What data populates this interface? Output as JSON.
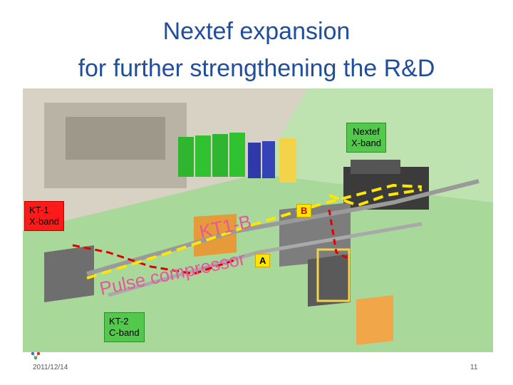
{
  "slide": {
    "title_line1": "Nextef expansion",
    "title_line2": "for further strengthening the R&D",
    "date": "2011/12/14",
    "page_number": "11"
  },
  "labels": {
    "nextef_line1": "Nextef",
    "nextef_line2": "X-band",
    "kt1_line1": "KT-1",
    "kt1_line2": "X-band",
    "kt2_line1": "KT-2",
    "kt2_line2": "C-band",
    "tag_b": "B",
    "tag_a": "A",
    "overlay_kt1b": "KT1-B",
    "overlay_pulse": "Pulse compressor"
  },
  "colors": {
    "title": "#1f4e9c",
    "red_label": "#ff1a1a",
    "green_label": "#52c94a",
    "dashed_path": "#ffe600",
    "red_dashed": "#e00000"
  }
}
